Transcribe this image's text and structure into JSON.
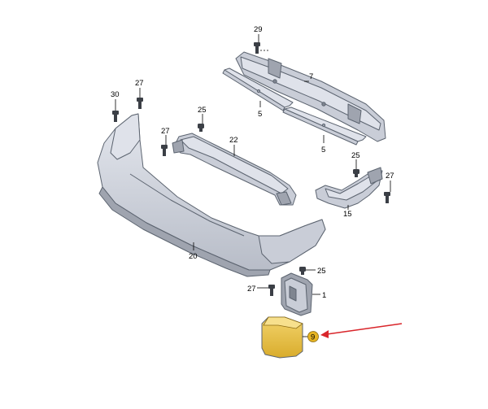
{
  "diagram": {
    "callouts": {
      "c29": "29",
      "c7": "7",
      "c5_upper": "5",
      "c5_lower": "5",
      "c30": "30",
      "c27_top_left": "27",
      "c25_center": "25",
      "c27_mid": "27",
      "c22": "22",
      "c25_right": "25",
      "c27_right": "27",
      "c15": "15",
      "c20": "20",
      "c25_lower": "25",
      "c27_lower": "27",
      "c1": "1",
      "c9": "9"
    },
    "highlight": {
      "part": "9",
      "marker_color": "#e6b422",
      "arrow_color": "#d9262b",
      "guard_color": "#e9c54a"
    }
  }
}
